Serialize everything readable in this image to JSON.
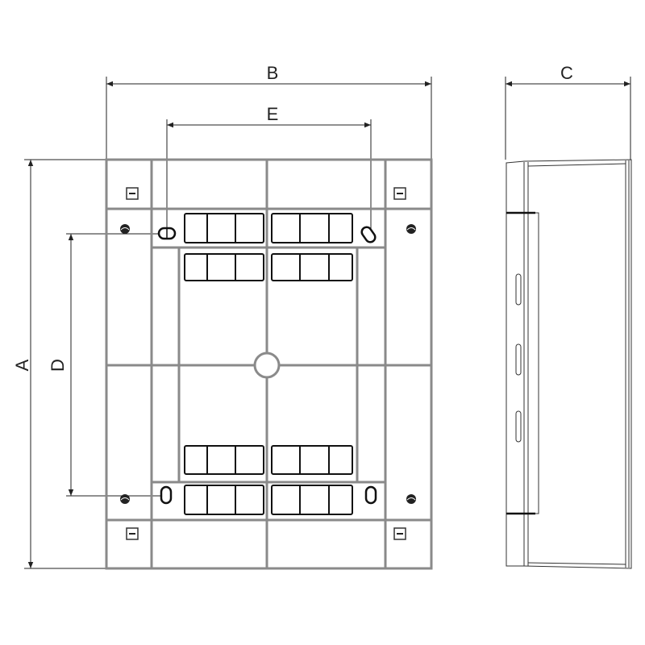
{
  "dimensions": {
    "A": "A",
    "B": "B",
    "C": "C",
    "D": "D",
    "E": "E"
  },
  "colors": {
    "frame": "#8a8a8a",
    "line": "#111111",
    "background": "#ffffff"
  }
}
